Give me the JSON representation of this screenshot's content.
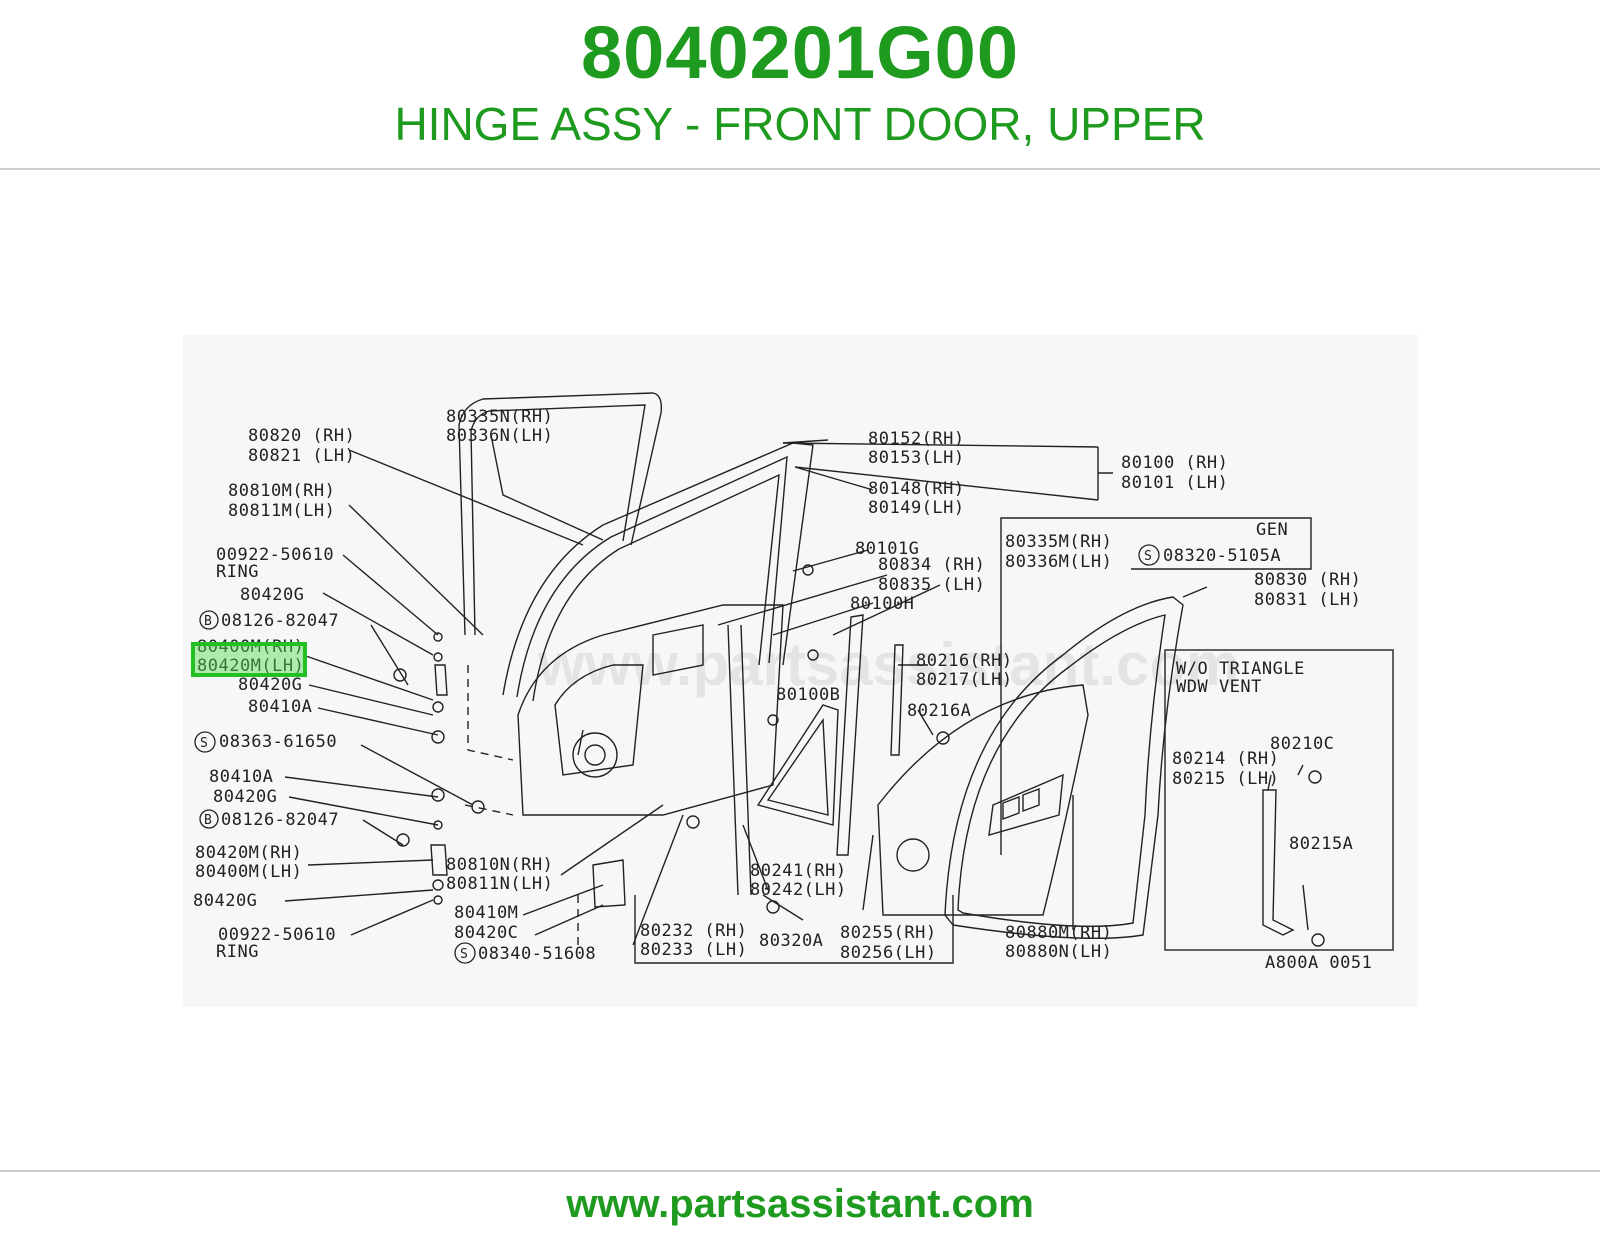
{
  "header": {
    "part_number": "8040201G00",
    "part_name": "HINGE ASSY - FRONT DOOR, UPPER"
  },
  "footer": {
    "url": "www.partsassistant.com"
  },
  "diagram": {
    "watermark": "www.partsassistant.com",
    "figure_code": "A800A 0051",
    "highlighted_label": "80400M(RH)",
    "labels": {
      "l80820": "80820 (RH)",
      "l80821": "80821 (LH)",
      "l80810m": "80810M(RH)",
      "l80811m": "80811M(LH)",
      "l00922a": "00922-50610",
      "ring_a": "RING",
      "l80420g_a": "80420G",
      "l08126_a": "08126-82047",
      "l80400m": "80400M(RH)",
      "l80420m_a": "80420M(LH)",
      "l80420g_b": "80420G",
      "l80410a_a": "80410A",
      "l08363": "08363-61650",
      "l80410a_b": "80410A",
      "l80420g_c": "80420G",
      "l08126_b": "08126-82047",
      "l80420m_b": "80420M(RH)",
      "l80400m_b": "80400M(LH)",
      "l80420g_d": "80420G",
      "l00922b": "00922-50610",
      "ring_b": "RING",
      "l80335n": "80335N(RH)",
      "l80336n": "80336N(LH)",
      "l80152": "80152(RH)",
      "l80153": "80153(LH)",
      "l80148": "80148(RH)",
      "l80149": "80149(LH)",
      "l80100": "80100 (RH)",
      "l80101": "80101  (LH)",
      "gen": "GEN",
      "l80335m": "80335M(RH)",
      "l80336m": "80336M(LH)",
      "l08320": "08320-5105A",
      "l80101g": "80101G",
      "l80834": "80834 (RH)",
      "l80835": "80835 (LH)",
      "l80100h": "80100H",
      "l80830": "80830 (RH)",
      "l80831": "80831 (LH)",
      "l80216": "80216(RH)",
      "l80217": "80217(LH)",
      "l80216a": "80216A",
      "l80100b": "80100B",
      "l80810n": "80810N(RH)",
      "l80811n": "80811N(LH)",
      "l80410m": "80410M",
      "l80420c": "80420C",
      "l08340": "08340-51608",
      "l80241": "80241(RH)",
      "l80242": "80242(LH)",
      "l80232": "80232 (RH)",
      "l80233": "80233 (LH)",
      "l80320a": "80320A",
      "l80255": "80255(RH)",
      "l80256": "80256(LH)",
      "l80880m": "80880M(RH)",
      "l80880n": "80880N(LH)",
      "wo_1": "W/O TRIANGLE",
      "wo_2": "WDW VENT",
      "l80210c": "80210C",
      "l80214": "80214 (RH)",
      "l80215": "80215 (LH)",
      "l80215a": "80215A"
    }
  }
}
